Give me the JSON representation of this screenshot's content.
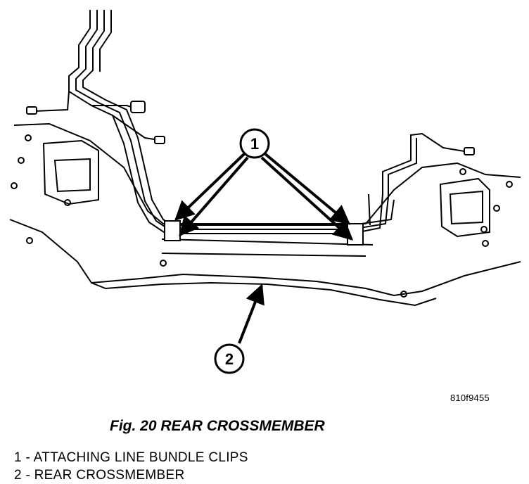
{
  "figure": {
    "callouts": [
      {
        "number": "1"
      },
      {
        "number": "2"
      }
    ],
    "figure_id": "810f9455",
    "caption": "Fig. 20 REAR CROSSMEMBER",
    "legend": [
      "1 - ATTACHING LINE BUNDLE CLIPS",
      "2 - REAR CROSSMEMBER"
    ]
  }
}
